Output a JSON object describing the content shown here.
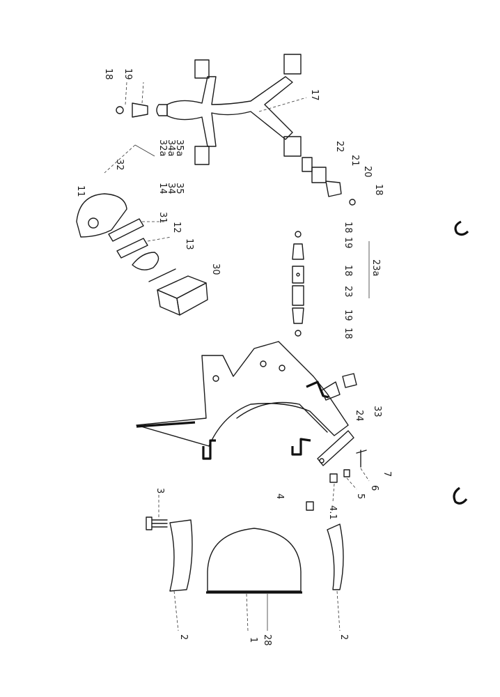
{
  "drawing": {
    "labels": {
      "l1": "1",
      "l2a": "2",
      "l2b": "2",
      "l3": "3",
      "l4": "4",
      "l41": "4.1",
      "l5": "5",
      "l6": "6",
      "l7": "7",
      "l11": "11",
      "l12": "12",
      "l13": "13",
      "l14": "14",
      "l17": "17",
      "l18a": "18",
      "l18b": "18",
      "l18c": "18",
      "l18d": "18",
      "l18e": "18",
      "l19a": "19",
      "l19b": "19",
      "l19c": "19",
      "l20": "20",
      "l21": "21",
      "l22": "22",
      "l23": "23",
      "l23a": "23a",
      "l24": "24",
      "l28": "28",
      "l30": "30",
      "l31": "31",
      "l32": "32",
      "l32a": "32a",
      "l33": "33",
      "l34": "34",
      "l34a": "34a",
      "l35": "35",
      "l35a": "35a"
    }
  }
}
